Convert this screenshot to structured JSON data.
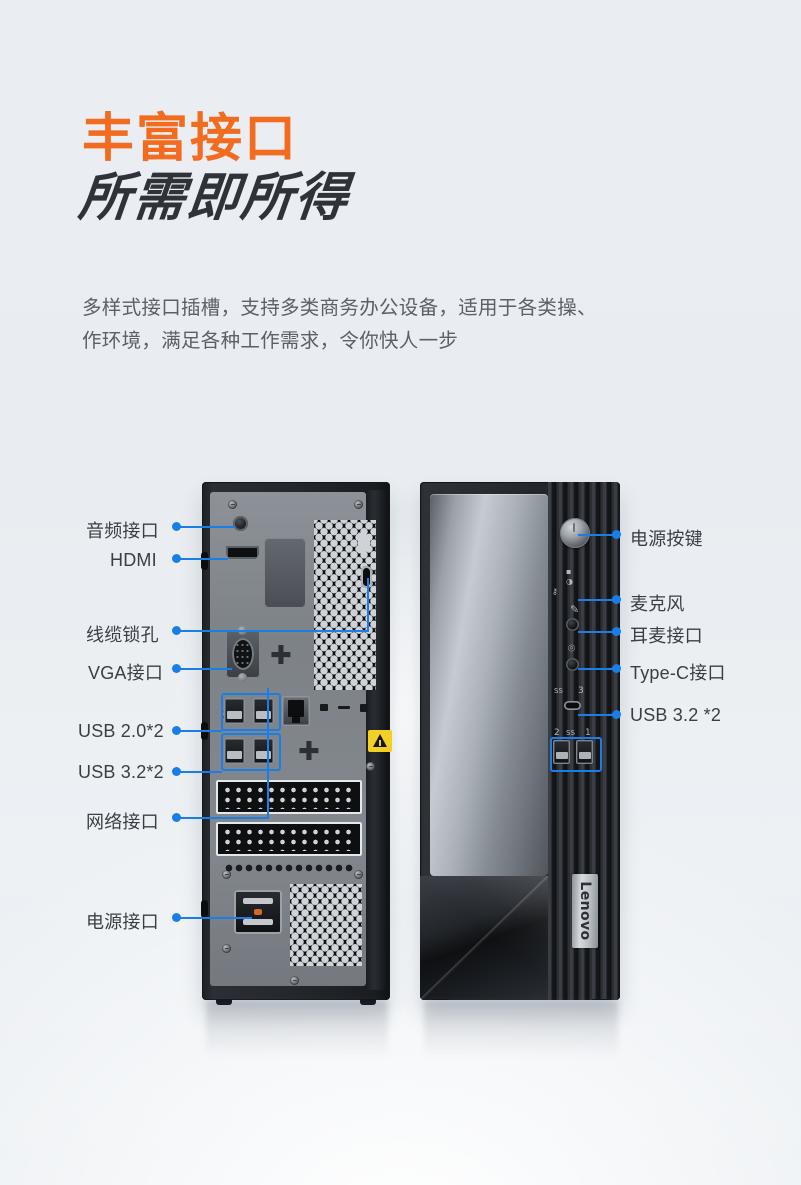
{
  "headline": {
    "line1": "丰富接口",
    "line2": "所需即所得",
    "accent_color": "#f26b1f",
    "dark_color": "#2f3339"
  },
  "subtitle": {
    "line1": "多样式接口插槽，支持多类商务办公设备，适用于各类操、",
    "line2": "作环境，满足各种工作需求，令你快人一步"
  },
  "product": {
    "brand": "Lenovo",
    "rear_view_name": "desktop-rear-panel",
    "front_view_name": "desktop-front-panel"
  },
  "callouts": {
    "accent_color": "#1a7ee8",
    "left": [
      {
        "label": "音频接口",
        "target": "audio-jack"
      },
      {
        "label": "HDMI",
        "target": "hdmi-port"
      },
      {
        "label": "线缆锁孔",
        "target": "cable-lock-hole"
      },
      {
        "label": "VGA接口",
        "target": "vga-port"
      },
      {
        "label": "USB 2.0*2",
        "target": "usb-2-ports"
      },
      {
        "label": "USB 3.2*2",
        "target": "usb-32-rear-ports"
      },
      {
        "label": "网络接口",
        "target": "ethernet-port"
      },
      {
        "label": "电源接口",
        "target": "power-inlet"
      }
    ],
    "right": [
      {
        "label": "电源按键",
        "target": "power-button"
      },
      {
        "label": "麦克风",
        "target": "microphone-jack"
      },
      {
        "label": "耳麦接口",
        "target": "headset-jack"
      },
      {
        "label": "Type-C接口",
        "target": "type-c-port"
      },
      {
        "label": "USB 3.2 *2",
        "target": "usb-32-front-ports"
      }
    ]
  },
  "port_markings": {
    "typec_number": "3",
    "usb_left_number": "2",
    "usb_right_number": "1",
    "ss_symbol": "SS"
  }
}
